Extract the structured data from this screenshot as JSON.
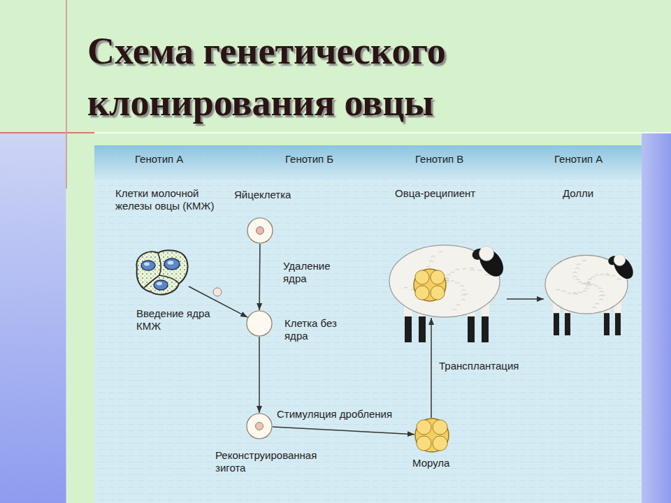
{
  "diagram": {
    "title": "Схема генетического клонирования овцы",
    "nodes": [
      {
        "text": [
          "Клетки молочной железы овцы (КМЖ)"
        ]
      },
      {
        "text": [
          "Яйцеклетка"
        ]
      },
      {
        "text": [
          "Клетка без ядра"
        ]
      },
      {
        "text": [
          "Реконструированная зигота"
        ]
      },
      {
        "text": [
          "Морула"
        ]
      },
      {
        "text": [
          "Овца-реципиент"
        ]
      },
      {
        "text": [
          "Долли"
        ]
      }
    ],
    "edges": [
      {
        "from": 0,
        "to": 2,
        "arrow": "to",
        "label": "Введение ядра КМЖ"
      },
      {
        "from": 1,
        "to": 2,
        "arrow": "to",
        "label": "Удаление ядра"
      },
      {
        "from": 2,
        "to": 3,
        "arrow": "to"
      },
      {
        "from": 3,
        "to": 4,
        "arrow": "to",
        "label": "Стимуляция дробления"
      },
      {
        "from": 4,
        "to": 5,
        "arrow": "to",
        "label": "Трансплантация"
      },
      {
        "from": 5,
        "to": 6,
        "arrow": "to"
      }
    ],
    "labels": [
      "Генотип А",
      "Генотип Б",
      "Генотип В",
      "Генотип А"
    ]
  }
}
